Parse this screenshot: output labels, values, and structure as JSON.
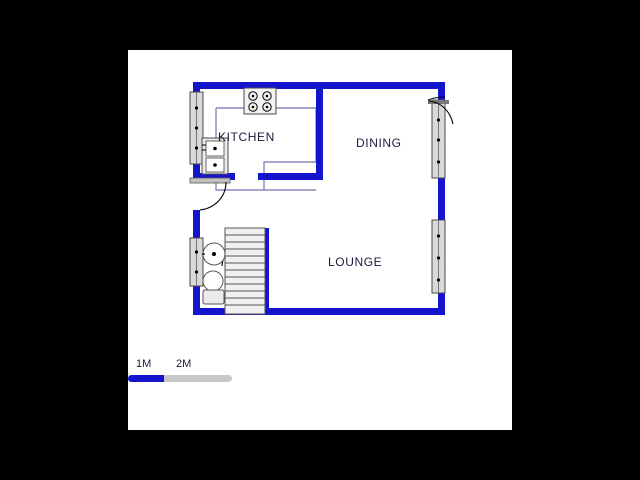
{
  "image": {
    "kind": "floor-plan-drawing",
    "background_color": "#000000",
    "canvas_color": "#ffffff",
    "wall_color": "#1414cc",
    "fixture_outline_color": "#555555",
    "text_color": "#1a1a3c"
  },
  "plan": {
    "title_visible": false,
    "rooms": [
      {
        "id": "kitchen",
        "label": "KITCHEN"
      },
      {
        "id": "dining",
        "label": "DINING"
      },
      {
        "id": "lounge",
        "label": "LOUNGE"
      }
    ],
    "fixtures": [
      {
        "id": "stove",
        "name": "stove-4-burner"
      },
      {
        "id": "sink",
        "name": "kitchen-sink-double-basin"
      },
      {
        "id": "basin",
        "name": "wash-basin"
      },
      {
        "id": "toilet",
        "name": "toilet"
      },
      {
        "id": "stairs",
        "name": "staircase"
      }
    ],
    "openings": [
      {
        "id": "door-entry",
        "name": "entrance-door"
      },
      {
        "id": "door-kitchen",
        "name": "kitchen-door"
      },
      {
        "id": "door-dining",
        "name": "dining-door"
      },
      {
        "id": "window-kitchen-left",
        "name": "window"
      },
      {
        "id": "window-stair-left",
        "name": "window"
      },
      {
        "id": "window-dining-right",
        "name": "window"
      },
      {
        "id": "window-lounge-right",
        "name": "window"
      }
    ]
  },
  "scale": {
    "tick_1": "1M",
    "tick_2": "2M",
    "fill_color": "#1414cc",
    "track_color": "#c8c8c8"
  }
}
